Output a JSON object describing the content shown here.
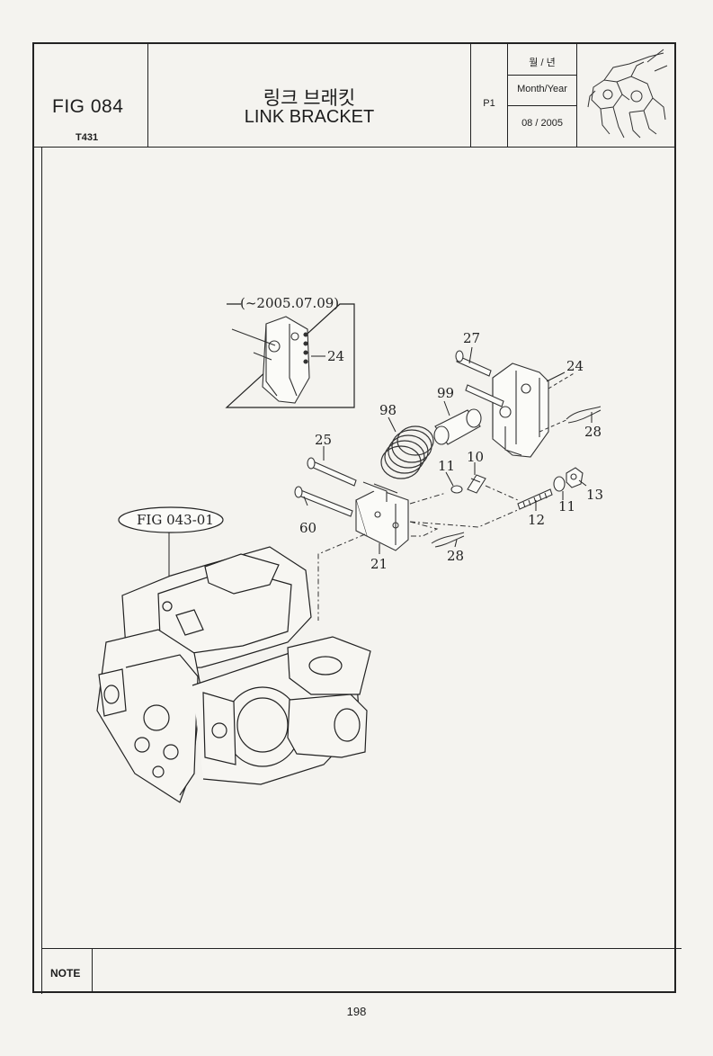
{
  "header": {
    "fig_number": "FIG 084",
    "model": "T431",
    "title_korean": "링크 브래킷",
    "title_english": "LINK BRACKET",
    "page_code": "P1",
    "date_label_korean": "월 / 년",
    "date_label_english": "Month/Year",
    "date_value": "08 / 2005"
  },
  "diagram": {
    "inset_label": "(~2005.07.09)",
    "reference_label": "FIG 043-01",
    "part_labels": {
      "inset_24": "24",
      "p27": "27",
      "p24": "24",
      "p99": "99",
      "p98": "98",
      "p28_top": "28",
      "p25": "25",
      "p11_left": "11",
      "p10": "10",
      "p13": "13",
      "p11_right": "11",
      "p12": "12",
      "p60": "60",
      "p28_bottom": "28",
      "p21": "21"
    }
  },
  "note": {
    "label": "NOTE"
  },
  "footer": {
    "page_number": "198"
  }
}
